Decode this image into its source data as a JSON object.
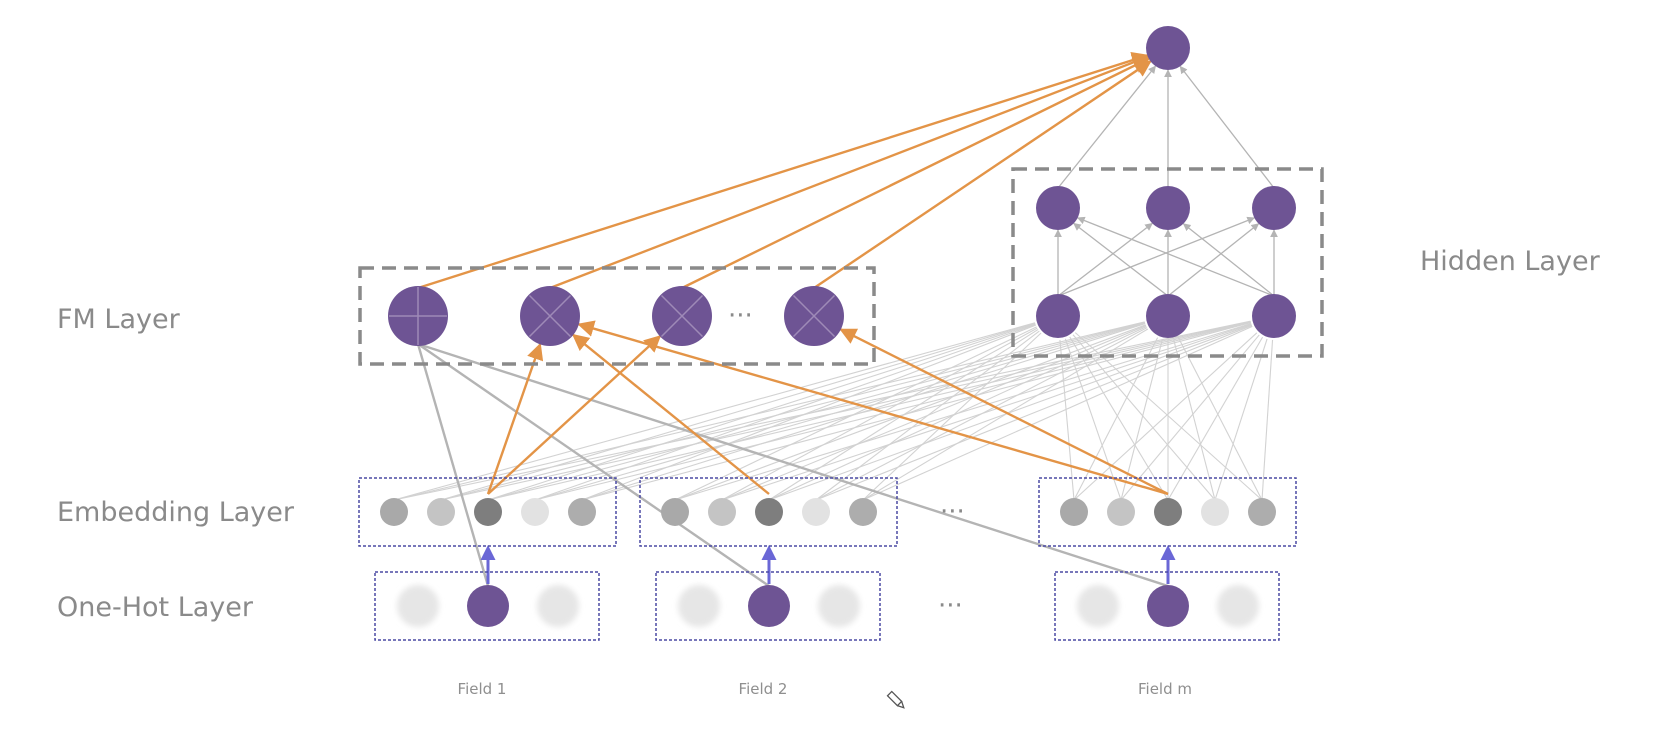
{
  "labels": {
    "fm_layer": "FM Layer",
    "hidden_layer": "Hidden Layer",
    "embedding_layer": "Embedding Layer",
    "onehot_layer": "One-Hot Layer"
  },
  "fields": [
    "Field 1",
    "Field 2",
    "Field m"
  ],
  "ellipsis": "···",
  "colors": {
    "node": "#6e5494",
    "fm_edge": "#e39447",
    "gray_edge": "#b4b4b4",
    "dense_edge": "#d2d2d2",
    "onehot_arrow": "#6a67d6",
    "box_dash": "#8a8a8a",
    "field_box": "#4b4aa3"
  },
  "icons": {
    "fm_add": "circle-plus-icon",
    "fm_mul": "circle-times-icon",
    "edit": "pencil-icon"
  }
}
